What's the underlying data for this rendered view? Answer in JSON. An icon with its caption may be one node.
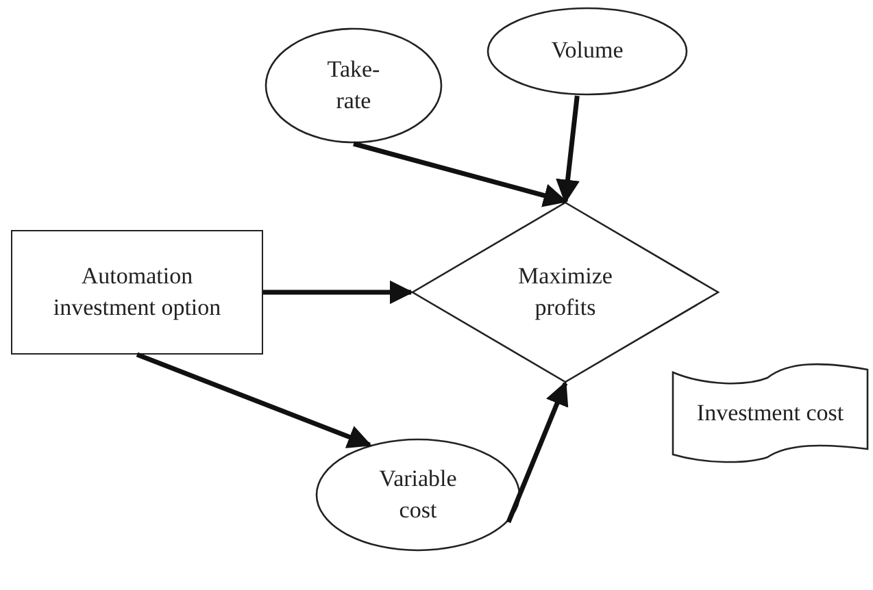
{
  "diagram": {
    "nodes": [
      {
        "text": [
          "Take-rate"
        ]
      },
      {
        "text": [
          "Volume"
        ]
      },
      {
        "text": [
          "Automation investment option"
        ]
      },
      {
        "text": [
          "Maximize profits"
        ]
      },
      {
        "text": [
          "Investment cost"
        ]
      },
      {
        "text": [
          "Variable cost"
        ]
      }
    ],
    "edges": [
      {
        "from": 0,
        "to": 3,
        "arrow": "to"
      },
      {
        "from": 1,
        "to": 3,
        "arrow": "to"
      },
      {
        "from": 2,
        "to": 3,
        "arrow": "to"
      },
      {
        "from": 2,
        "to": 5,
        "arrow": "to"
      },
      {
        "from": 5,
        "to": 3,
        "arrow": "to"
      }
    ]
  }
}
